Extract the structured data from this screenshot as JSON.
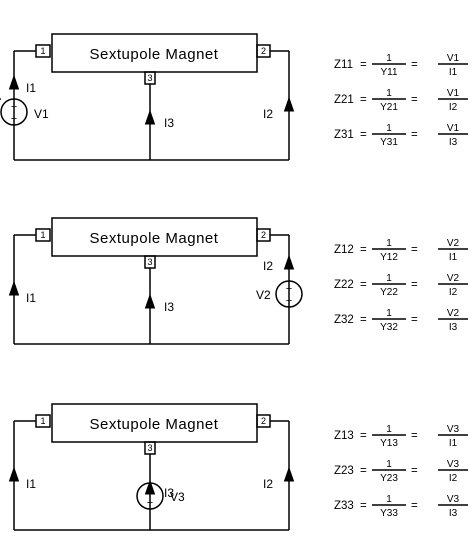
{
  "circuits": [
    {
      "magnet_label": "Sextupole Magnet",
      "port1": "1",
      "port2": "2",
      "port3": "3",
      "currents": {
        "left": "I1",
        "middle": "I3",
        "right": "I2"
      },
      "source": {
        "label": "V1",
        "plus": "+",
        "minus": "−"
      },
      "equations": [
        {
          "lhs": "Z11",
          "num1": "1",
          "den1": "Y11",
          "num2": "V1",
          "den2": "I1"
        },
        {
          "lhs": "Z21",
          "num1": "1",
          "den1": "Y21",
          "num2": "V1",
          "den2": "I2"
        },
        {
          "lhs": "Z31",
          "num1": "1",
          "den1": "Y31",
          "num2": "V1",
          "den2": "I3"
        }
      ]
    },
    {
      "magnet_label": "Sextupole Magnet",
      "port1": "1",
      "port2": "2",
      "port3": "3",
      "currents": {
        "left": "I1",
        "middle": "I3",
        "right": "I2"
      },
      "source": {
        "label": "V2",
        "plus": "+",
        "minus": "−"
      },
      "equations": [
        {
          "lhs": "Z12",
          "num1": "1",
          "den1": "Y12",
          "num2": "V2",
          "den2": "I1"
        },
        {
          "lhs": "Z22",
          "num1": "1",
          "den1": "Y22",
          "num2": "V2",
          "den2": "I2"
        },
        {
          "lhs": "Z32",
          "num1": "1",
          "den1": "Y32",
          "num2": "V2",
          "den2": "I3"
        }
      ]
    },
    {
      "magnet_label": "Sextupole Magnet",
      "port1": "1",
      "port2": "2",
      "port3": "3",
      "currents": {
        "left": "I1",
        "middle": "I3",
        "right": "I2"
      },
      "source": {
        "label": "V3",
        "plus": "+",
        "minus": "−"
      },
      "equations": [
        {
          "lhs": "Z13",
          "num1": "1",
          "den1": "Y13",
          "num2": "V3",
          "den2": "I1"
        },
        {
          "lhs": "Z23",
          "num1": "1",
          "den1": "Y23",
          "num2": "V3",
          "den2": "I2"
        },
        {
          "lhs": "Z33",
          "num1": "1",
          "den1": "Y33",
          "num2": "V3",
          "den2": "I3"
        }
      ]
    }
  ]
}
